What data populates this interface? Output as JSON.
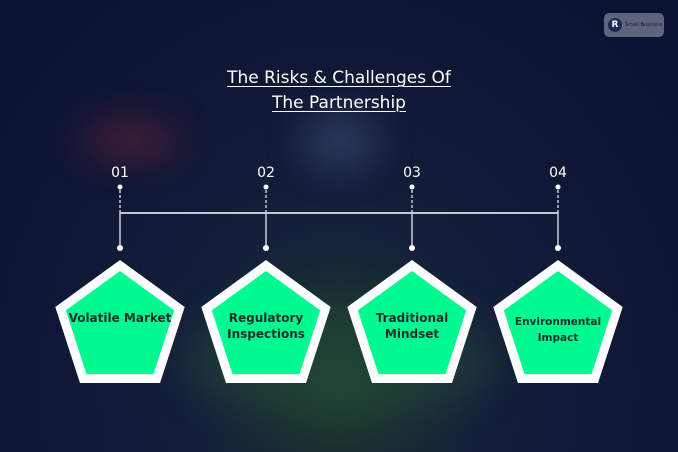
{
  "title_lines": [
    "The Risks & Challenges Of",
    "The Partnership"
  ],
  "logo": {
    "text": "Small Business"
  },
  "colors": {
    "pentagon_fill": "#00fa92",
    "pentagon_border": "#ffffff",
    "background": "#0f1735"
  },
  "steps": [
    {
      "number": "01",
      "label": "Volatile Market"
    },
    {
      "number": "02",
      "label": "Regulatory Inspections"
    },
    {
      "number": "03",
      "label": "Traditional Mindset"
    },
    {
      "number": "04",
      "label": "Environmental Impact"
    }
  ]
}
